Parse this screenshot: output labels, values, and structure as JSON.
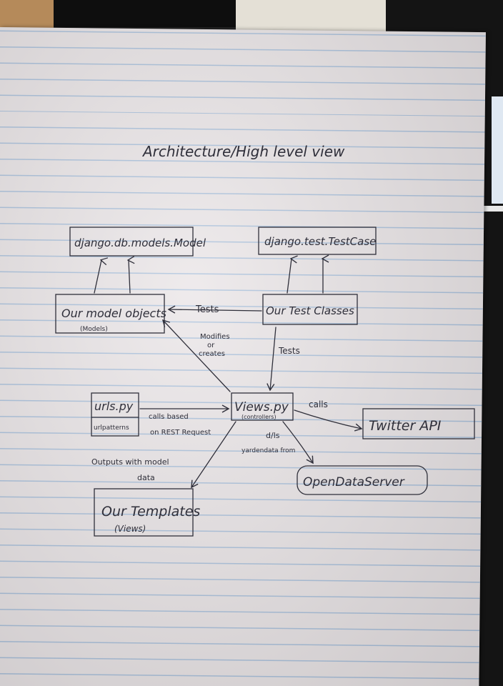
{
  "diagram": {
    "title": "Architecture/High level view",
    "nodes": {
      "django_model": {
        "label": "django.db.models.Model"
      },
      "django_testcase": {
        "label": "django.test.TestCase"
      },
      "model_objects": {
        "label": "Our model objects",
        "sublabel": "(Models)"
      },
      "test_classes": {
        "label": "Our Test Classes"
      },
      "urls": {
        "label": "urls.py",
        "sublabel": "urlpatterns"
      },
      "views": {
        "label": "Views.py",
        "sublabel": "(controllers)"
      },
      "twitter": {
        "label": "Twitter API"
      },
      "opendata": {
        "label": "OpenDataServer"
      },
      "templates": {
        "label": "Our Templates",
        "sublabel": "(Views)"
      }
    },
    "edges": {
      "tests": "Tests",
      "modifies_1": "Modifies",
      "modifies_2": "or",
      "modifies_3": "creates",
      "tests_views": "Tests",
      "calls_based_1": "calls based",
      "calls_based_2": "on REST Request",
      "calls": "calls",
      "dls_1": "d/ls",
      "dls_2": "yardendata from",
      "outputs_1": "Outputs with model",
      "outputs_2": "data"
    }
  }
}
